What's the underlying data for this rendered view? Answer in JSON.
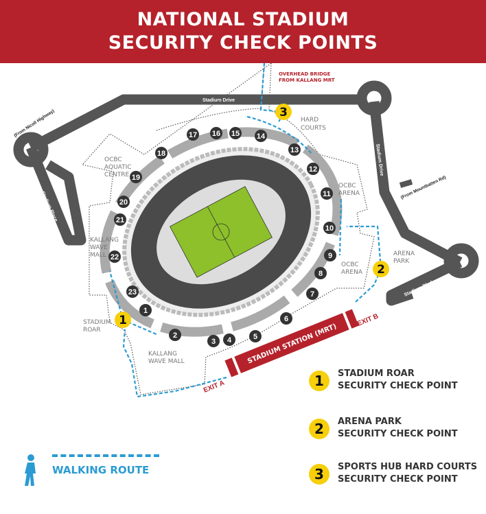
{
  "header": {
    "title_line1": "NATIONAL STADIUM",
    "title_line2": "SECURITY CHECK POINTS"
  },
  "colors": {
    "banner": "#b5222b",
    "checkpoint": "#f7cf0a",
    "walking_route": "#2b9bd3",
    "field": "#8dc02a",
    "road": "#555555"
  },
  "roads": {
    "stadium_drive_top": "Stadium Drive",
    "stadium_drive_right": "Stadium Drive",
    "stadium_place": "Stadium Place",
    "stadium_blvd": "Stadium Blvd",
    "from_nicoll": "(From Nicoll Highway)",
    "from_mountbatten": "(From Mountbatten Rd)"
  },
  "areas": {
    "overhead_bridge_1": "OVERHEAD BRIDGE",
    "overhead_bridge_2": "FROM KALLANG MRT",
    "hard_courts_1": "HARD",
    "hard_courts_2": "COURTS",
    "aquatic_1": "OCBC",
    "aquatic_2": "AQUATIC",
    "aquatic_3": "CENTRE",
    "arena_n_1": "OCBC",
    "arena_n_2": "ARENA",
    "arena_s_1": "OCBC",
    "arena_s_2": "ARENA",
    "arena_park_1": "ARENA",
    "arena_park_2": "PARK",
    "kwm_n_1": "KALLANG",
    "kwm_n_2": "WAVE",
    "kwm_n_3": "MALL",
    "kwm_s_1": "KALLANG",
    "kwm_s_2": "WAVE MALL",
    "roar_1": "STADIUM",
    "roar_2": "ROAR",
    "mrt": "STADIUM STATION (MRT)",
    "exit_a": "EXIT A",
    "exit_b": "EXIT B"
  },
  "gates": [
    "1",
    "2",
    "3",
    "4",
    "5",
    "6",
    "7",
    "8",
    "9",
    "10",
    "11",
    "12",
    "13",
    "14",
    "15",
    "16",
    "17",
    "18",
    "19",
    "20",
    "21",
    "22",
    "23"
  ],
  "checkpoints": [
    {
      "number": "1",
      "line1": "STADIUM ROAR",
      "line2": "SECURITY CHECK POINT"
    },
    {
      "number": "2",
      "line1": "ARENA PARK",
      "line2": "SECURITY CHECK POINT"
    },
    {
      "number": "3",
      "line1": "SPORTS HUB HARD COURTS",
      "line2": "SECURITY CHECK POINT"
    }
  ],
  "legend": {
    "walking_route": "WALKING ROUTE",
    "walker_icon": "person-walking-icon"
  }
}
